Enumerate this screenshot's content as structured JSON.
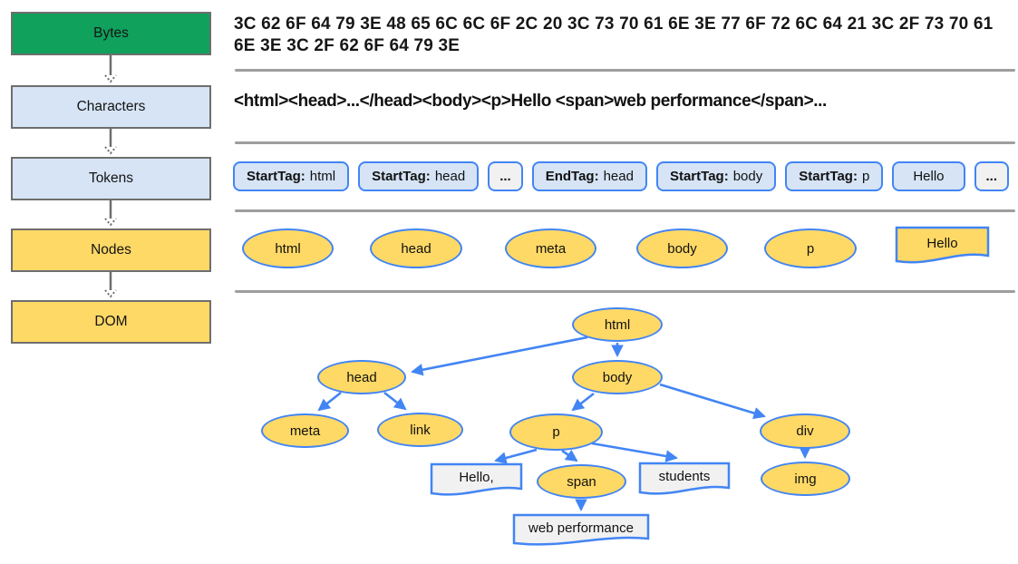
{
  "colors": {
    "stage_green": "#10a15d",
    "stage_blue": "#d6e4f6",
    "stage_yellow": "#ffd966",
    "node_border_blue": "#4285f4",
    "node_yellow": "#ffd966",
    "text_node_gray": "#f1f1f1",
    "divider_gray": "#9e9e9e",
    "connector_gray": "#6e6e6e"
  },
  "pipeline": {
    "stages": [
      {
        "label": "Bytes"
      },
      {
        "label": "Characters"
      },
      {
        "label": "Tokens"
      },
      {
        "label": "Nodes"
      },
      {
        "label": "DOM"
      }
    ]
  },
  "bytes_row": {
    "lines": [
      "3C 62 6F 64 79 3E 48 65 6C 6C 6F 2C 20 3C 73 70 61 6E 3E 77 6F 72 6C 64 21 3C 2F 73 70 61",
      "6E 3E 3C 2F 62 6F 64 79 3E"
    ]
  },
  "characters_row": {
    "text": "<html><head>...</head><body><p>Hello <span>web performance</span>..."
  },
  "tokens_row": {
    "items": [
      {
        "type": "StartTag:",
        "value": "html"
      },
      {
        "type": "StartTag:",
        "value": "head"
      },
      {
        "type": "",
        "value": "..."
      },
      {
        "type": "EndTag:",
        "value": "head"
      },
      {
        "type": "StartTag:",
        "value": "body"
      },
      {
        "type": "StartTag:",
        "value": "p"
      },
      {
        "type": "",
        "value": "Hello"
      },
      {
        "type": "",
        "value": "..."
      }
    ]
  },
  "nodes_row": {
    "ellipses": [
      {
        "label": "html"
      },
      {
        "label": "head"
      },
      {
        "label": "meta"
      },
      {
        "label": "body"
      },
      {
        "label": "p"
      }
    ],
    "text_node": {
      "label": "Hello"
    }
  },
  "dom_tree": {
    "nodes": {
      "html": "html",
      "head": "head",
      "body": "body",
      "meta": "meta",
      "link": "link",
      "p": "p",
      "div": "div",
      "img": "img",
      "span": "span",
      "text_hello": "Hello,",
      "text_students": "students",
      "text_webperf": "web performance"
    }
  }
}
